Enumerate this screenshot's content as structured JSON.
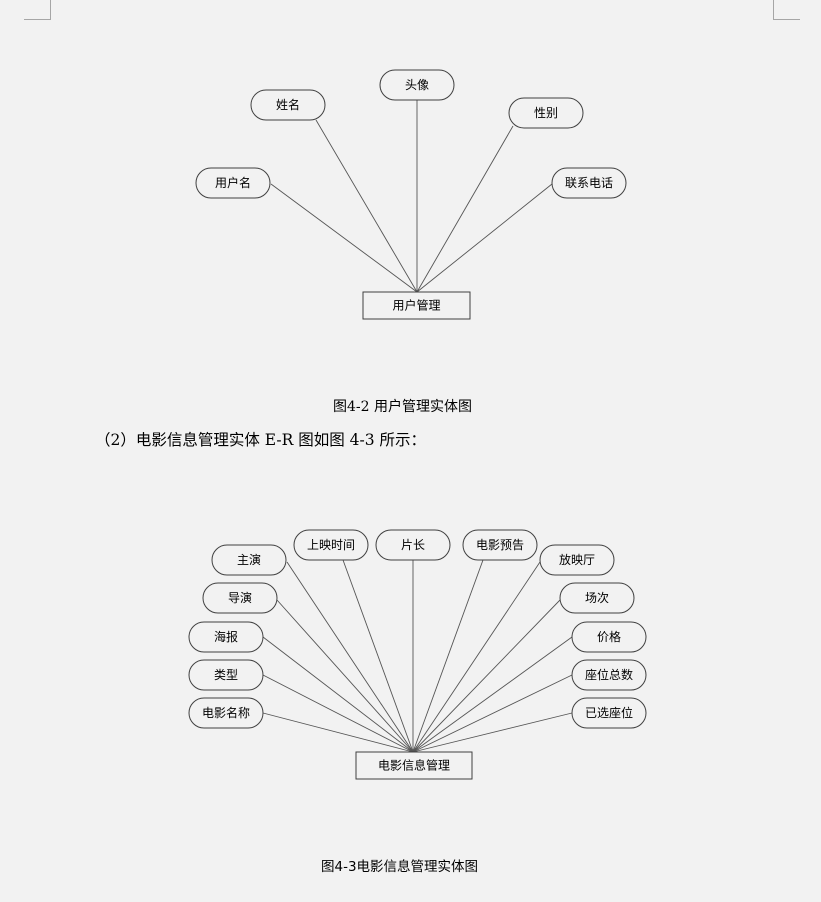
{
  "figure1": {
    "entity": "用户管理",
    "attributes": [
      "头像",
      "姓名",
      "性别",
      "用户名",
      "联系电话"
    ],
    "caption": "图4-2 用户管理实体图"
  },
  "paragraph": "（2）电影信息管理实体 E-R 图如图 4-3 所示：",
  "figure2": {
    "entity": "电影信息管理",
    "attributes": [
      "上映时间",
      "片长",
      "电影预告",
      "主演",
      "放映厅",
      "导演",
      "场次",
      "海报",
      "价格",
      "类型",
      "座位总数",
      "电影名称",
      "已选座位"
    ],
    "caption": "图4-3电影信息管理实体图"
  }
}
